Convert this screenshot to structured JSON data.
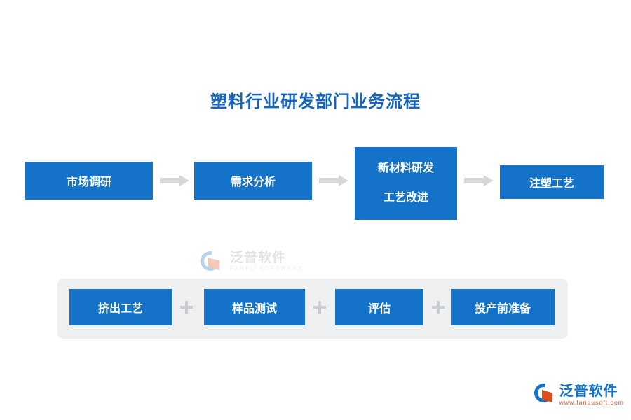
{
  "title": "塑料行业研发部门业务流程",
  "theme": {
    "box_blue": "#1472c8",
    "title_blue": "#1565c0",
    "arrow_gray": "#d5d7da",
    "panel_gray": "#eff0f1",
    "plus_gray": "#c9ccd1",
    "brand_orange": "#d94f1e"
  },
  "flow_row1": [
    {
      "label": "市场调研"
    },
    {
      "label": "需求分析"
    },
    {
      "line1": "新材料研发",
      "line2": "工艺改进"
    },
    {
      "label": "注塑工艺"
    }
  ],
  "arrows": [
    {
      "name": "arrow-market-to-demand"
    },
    {
      "name": "arrow-demand-to-newmaterial"
    },
    {
      "name": "arrow-newmaterial-to-injection"
    }
  ],
  "flow_row2": [
    {
      "label": "挤出工艺"
    },
    {
      "label": "样品测试"
    },
    {
      "label": "评估"
    },
    {
      "label": "投产前准备"
    }
  ],
  "separators": [
    {
      "glyph": "+"
    },
    {
      "glyph": "+"
    },
    {
      "glyph": "+"
    }
  ],
  "watermark": {
    "cn": "泛普软件",
    "en": "FANPU SOFTWARE"
  },
  "brand": {
    "cn": "泛普软件",
    "en": "www.fanpusoft.com"
  }
}
